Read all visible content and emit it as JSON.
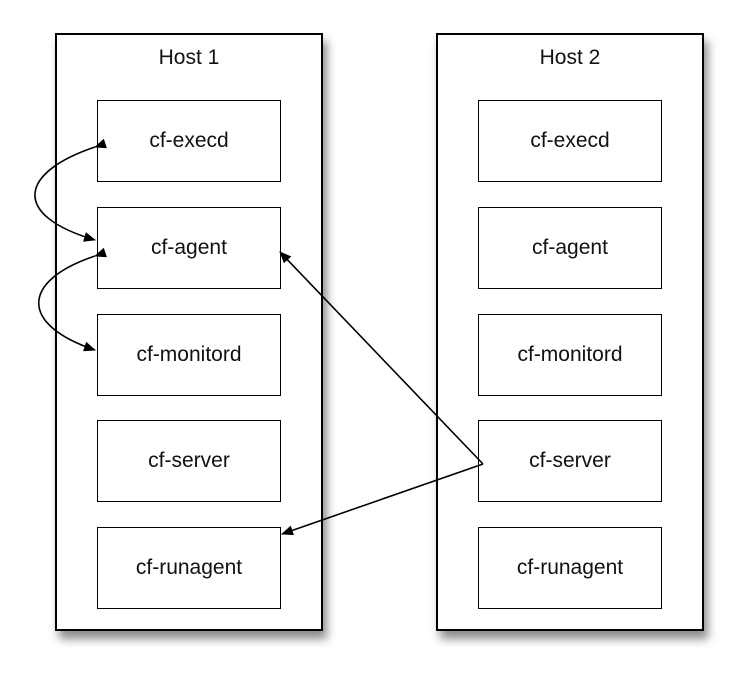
{
  "hosts": [
    {
      "title": "Host 1",
      "processes": [
        "cf-execd",
        "cf-agent",
        "cf-monitord",
        "cf-server",
        "cf-runagent"
      ]
    },
    {
      "title": "Host 2",
      "processes": [
        "cf-execd",
        "cf-agent",
        "cf-monitord",
        "cf-server",
        "cf-runagent"
      ]
    }
  ],
  "colors": {
    "line": "#000000",
    "box_fill": "#ffffff",
    "text": "#111111"
  }
}
